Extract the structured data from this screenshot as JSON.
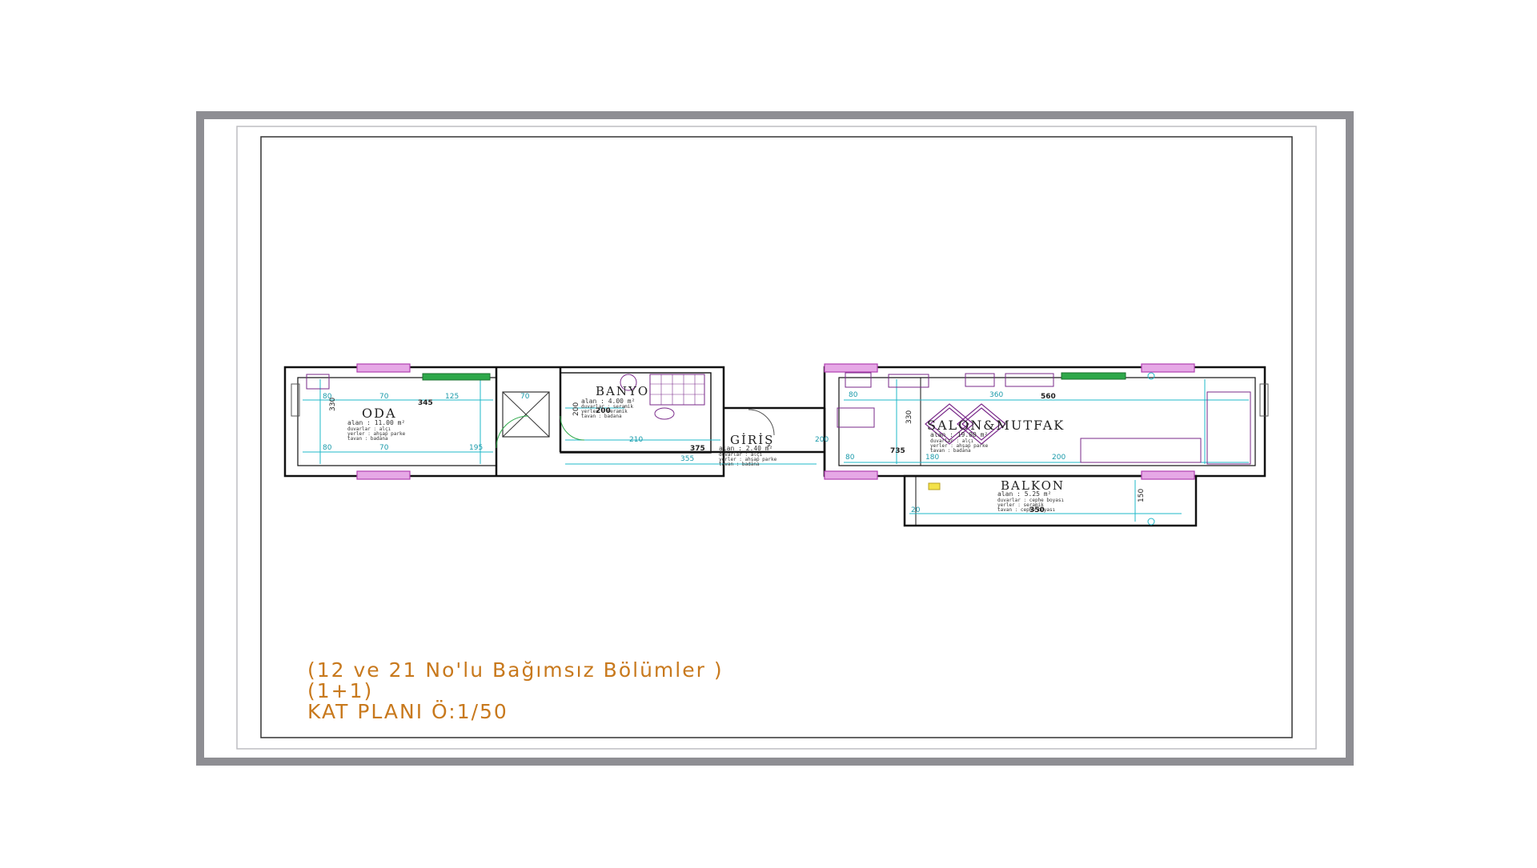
{
  "sheet": {
    "caption_line1": "(12 ve 21 No'lu Bağımsız Bölümler )",
    "caption_line2": "(1+1)",
    "caption_line3": "KAT  PLANI Ö:1/50"
  },
  "rooms": {
    "oda": {
      "name": "ODA",
      "area": "alan    : 11.00 m²",
      "details": [
        "duvarlar  : alçı",
        "yerler    : ahşap parke",
        "tavan     : badana"
      ]
    },
    "banyo": {
      "name": "BANYO",
      "area": "alan    : 4.00 m²",
      "details": [
        "duvarlar  : seramik",
        "yerler    : seramik",
        "tavan     : badana"
      ]
    },
    "giris": {
      "name": "GİRİŞ",
      "area": "alan    : 2.40 m²",
      "details": [
        "duvarlar  : alçı",
        "yerler    : ahşap parke",
        "tavan     : badana"
      ]
    },
    "salon": {
      "name": "SALON&MUTFAK",
      "area": "alan    : 19.00 m²",
      "details": [
        "duvarlar  : alçı",
        "yerler    : ahşap parke",
        "tavan     : badana"
      ]
    },
    "balkon": {
      "name": "BALKON",
      "area": "alan    : 5.25 m²",
      "details": [
        "duvarlar  : cephe boyası",
        "yerler    : seramik",
        "tavan     : cephe boyası"
      ]
    }
  },
  "dimensions": {
    "oda_width": "345",
    "oda_height": "330",
    "oda_top_a": "70",
    "oda_top_b": "125",
    "oda_bottom_a": "70",
    "oda_bottom_b": "195",
    "oda_side_a": "80",
    "oda_side_b": "80",
    "banyo_width": "200",
    "banyo_height": "200",
    "banyo_door": "70",
    "hall_a": "210",
    "hall_b": "375",
    "hall_c": "355",
    "hall_d": "200",
    "salon_width": "560",
    "salon_height": "330",
    "salon_top_a": "80",
    "salon_top_b": "360",
    "salon_bottom_a": "180",
    "salon_bottom_b": "200",
    "salon_bottom_c": "80",
    "salon_total": "735",
    "balkon_width": "350",
    "balkon_height": "150",
    "balkon_side": "20"
  },
  "colors": {
    "wall": "#111111",
    "window": "#c060c0",
    "dimension": "#1fb8c8",
    "fixture": "#7a2a8a",
    "kitchen": "#2ea84a",
    "caption": "#c8791d",
    "frame": "#8e8e93"
  }
}
